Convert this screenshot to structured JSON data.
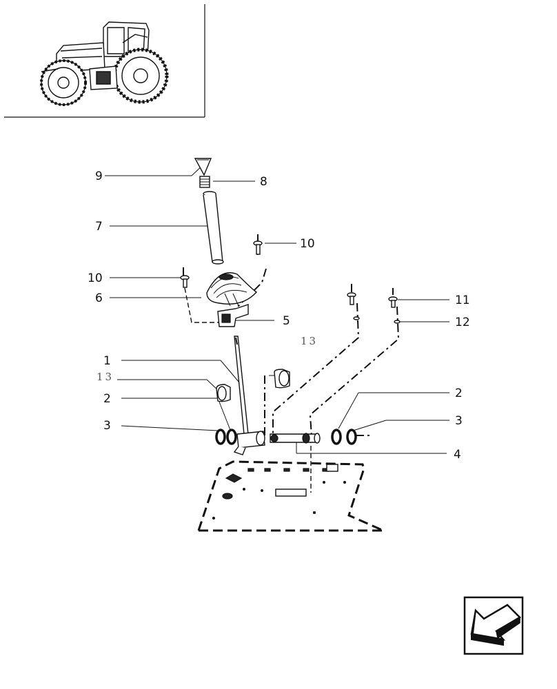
{
  "callouts": {
    "c1": "1",
    "c2a": "2",
    "c2b": "2",
    "c3a": "3",
    "c3b": "3",
    "c4": "4",
    "c5": "5",
    "c6": "6",
    "c7": "7",
    "c8": "8",
    "c9": "9",
    "c10a": "10",
    "c10b": "10",
    "c11": "11",
    "c12": "12",
    "c13a": "13",
    "c13b": "13"
  },
  "icons": {
    "thumbnail": "tractor-thumbnail",
    "navigation": "previous-page-arrow-icon"
  }
}
